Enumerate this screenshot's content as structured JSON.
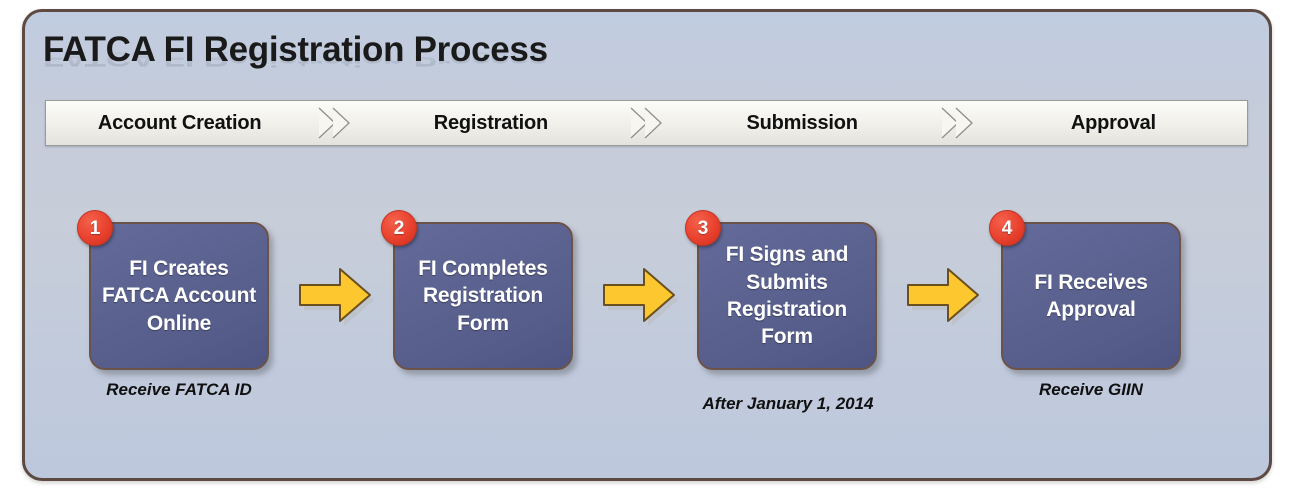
{
  "diagram": {
    "title": "FATCA FI Registration Process",
    "colors": {
      "frame_border": "#5d4a43",
      "panel_background": "#c3cbd9",
      "stage_bar_background": "#f2f1ec",
      "box_fill": "#5c6391",
      "box_border": "#6b5349",
      "badge_fill": "#e8412e",
      "arrow_fill": "#fdc82f",
      "arrow_border": "#6b4f1e",
      "text_light": "#ffffff",
      "text_dark": "#101010"
    },
    "stages": [
      {
        "label": "Account Creation"
      },
      {
        "label": "Registration"
      },
      {
        "label": "Submission"
      },
      {
        "label": "Approval"
      }
    ],
    "stage_separator_icon": "double-chevron-right-icon",
    "connector_icon": "block-arrow-right-icon",
    "steps": [
      {
        "number": "1",
        "text": "FI Creates\nFATCA Account\nOnline",
        "caption": "Receive FATCA ID"
      },
      {
        "number": "2",
        "text": "FI Completes\nRegistration\nForm",
        "caption": ""
      },
      {
        "number": "3",
        "text": "FI Signs and\nSubmits\nRegistration\nForm",
        "caption": "After January 1, 2014"
      },
      {
        "number": "4",
        "text": "FI Receives\nApproval",
        "caption": "Receive GIIN"
      }
    ]
  }
}
